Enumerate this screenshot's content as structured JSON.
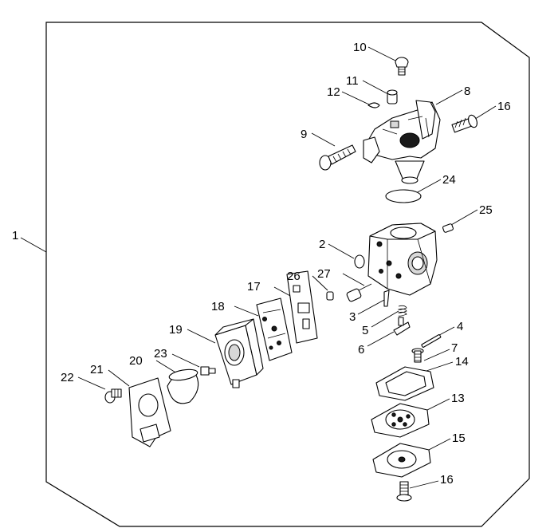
{
  "diagram": {
    "assembly_label": "1",
    "callouts": [
      {
        "key": "c1",
        "label": "1"
      },
      {
        "key": "c2",
        "label": "2"
      },
      {
        "key": "c3",
        "label": "3"
      },
      {
        "key": "c4",
        "label": "4"
      },
      {
        "key": "c5",
        "label": "5"
      },
      {
        "key": "c6",
        "label": "6"
      },
      {
        "key": "c7",
        "label": "7"
      },
      {
        "key": "c8",
        "label": "8"
      },
      {
        "key": "c9",
        "label": "9"
      },
      {
        "key": "c10",
        "label": "10"
      },
      {
        "key": "c11",
        "label": "11"
      },
      {
        "key": "c12",
        "label": "12"
      },
      {
        "key": "c13",
        "label": "13"
      },
      {
        "key": "c14",
        "label": "14"
      },
      {
        "key": "c15",
        "label": "15"
      },
      {
        "key": "c16a",
        "label": "16"
      },
      {
        "key": "c16b",
        "label": "16"
      },
      {
        "key": "c17",
        "label": "17"
      },
      {
        "key": "c18",
        "label": "18"
      },
      {
        "key": "c19",
        "label": "19"
      },
      {
        "key": "c20",
        "label": "20"
      },
      {
        "key": "c21",
        "label": "21"
      },
      {
        "key": "c22",
        "label": "22"
      },
      {
        "key": "c23",
        "label": "23"
      },
      {
        "key": "c24",
        "label": "24"
      },
      {
        "key": "c25",
        "label": "25"
      },
      {
        "key": "c26",
        "label": "26"
      },
      {
        "key": "c27",
        "label": "27"
      }
    ]
  }
}
